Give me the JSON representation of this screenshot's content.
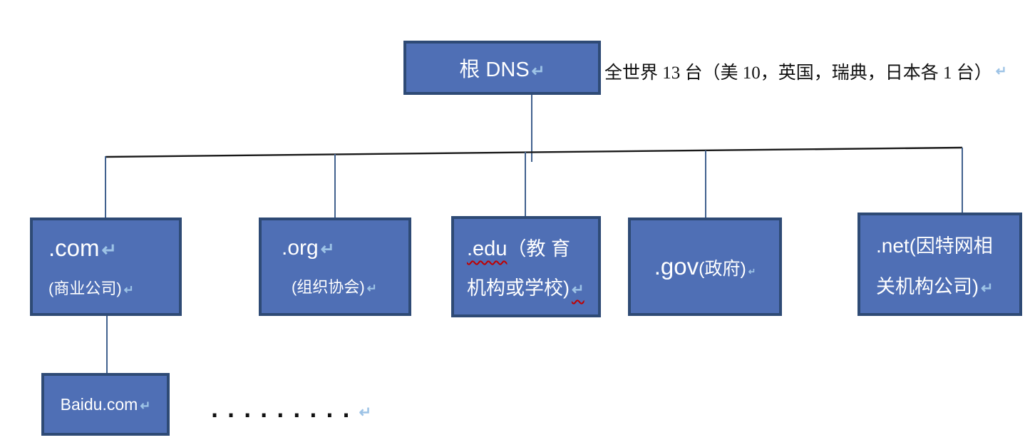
{
  "diagram": {
    "root": {
      "label": "根 DNS",
      "return_mark": "↵"
    },
    "annotation": {
      "text": "全世界 13 台（美 10，英国，瑞典，日本各 1 台）",
      "return_mark": "↵"
    },
    "tlds": {
      "com": {
        "name": ".com",
        "return_mark": "↵",
        "desc": "(商业公司)",
        "desc_return_mark": "↵"
      },
      "org": {
        "name": ".org",
        "return_mark": "↵",
        "desc": "(组织协会)",
        "desc_return_mark": "↵"
      },
      "edu": {
        "name": ".edu",
        "desc_line1": "（教 育",
        "desc_line2": "机构或学校)",
        "return_mark": "↵"
      },
      "gov": {
        "name": ".gov",
        "desc": "(政府)",
        "return_mark": "↵"
      },
      "net": {
        "line1_name": ".net",
        "line1_desc": "(因特网相",
        "line2": "关机构公司)",
        "return_mark": "↵"
      }
    },
    "example": {
      "label": "Baidu.com",
      "return_mark": "↵"
    },
    "ellipsis": {
      "dots": ".........",
      "return_mark": "↵"
    },
    "colors": {
      "node_fill": "#4f6fb5",
      "node_border": "#2e4a75",
      "connector_blue": "#41618e",
      "connector_black": "#1a1a1a",
      "return_mark_blue": "#9dc3e6",
      "spellcheck_red": "#c00000",
      "node_text": "#ffffff",
      "annotation_text": "#111111"
    }
  }
}
